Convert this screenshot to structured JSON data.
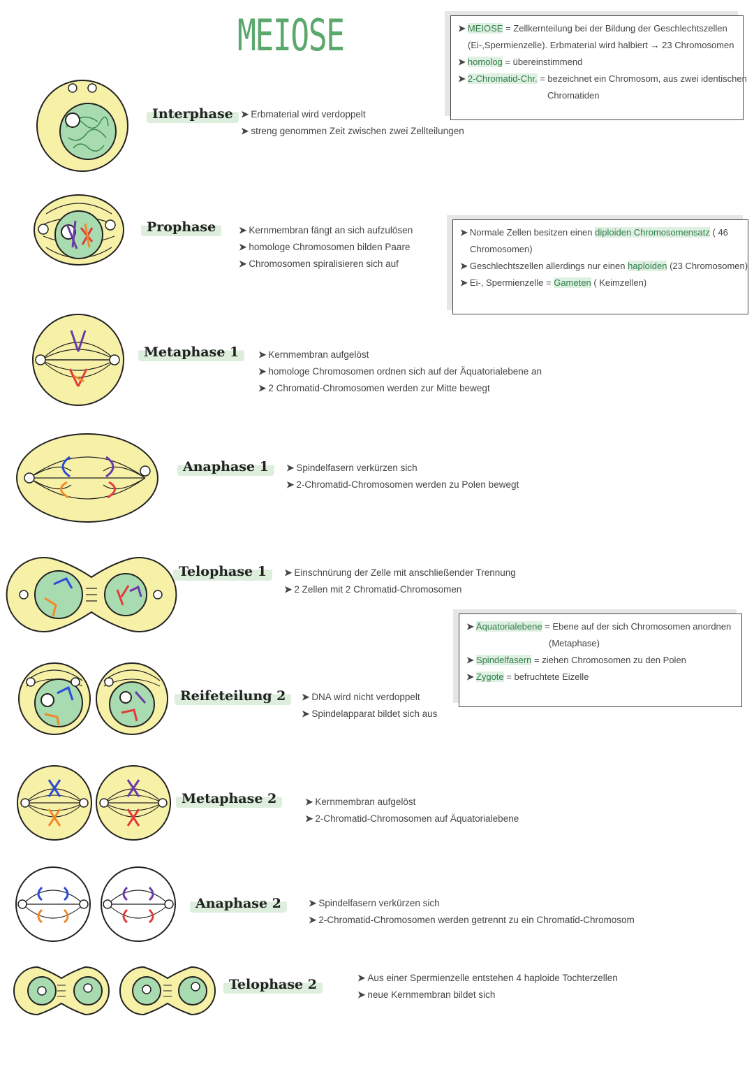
{
  "title": "MEIOSE",
  "definitions": {
    "line1": {
      "term": "MEIOSE",
      "text": " = Zellkernteilung bei der Bildung der Geschlechtszellen"
    },
    "line2": {
      "text": "(Ei-,Spermienzelle). Erbmaterial wird halbiert → 23 Chromosomen"
    },
    "line3": {
      "term": "homolog",
      "text": " = übereinstimmend"
    },
    "line4": {
      "term": "2-Chromatid-Chr.",
      "text": " = bezeichnet ein Chromosom, aus zwei identischen"
    },
    "line5": {
      "text": "Chromatiden"
    }
  },
  "chromosomes_box": {
    "line1_a": "Normale Zellen besitzen einen ",
    "line1_term": "diploiden Chromosomensatz",
    "line1_b": " ( 46",
    "line2": "Chromosomen)",
    "line3_a": "Geschlechtszellen allerdings nur einen ",
    "line3_term": "haploiden",
    "line3_b": " (23 Chromosomen)",
    "line4_a": "Ei-, Spermienzelle = ",
    "line4_term": "Gameten",
    "line4_b": " ( Keimzellen)"
  },
  "terms_box": {
    "line1_term": "Äquatorialebene",
    "line1_b": " = Ebene auf der sich Chromosomen anordnen",
    "line2": "(Metaphase)",
    "line3_term": "Spindelfasern",
    "line3_b": " = ziehen Chromosomen zu den Polen",
    "line4_term": "Zygote",
    "line4_b": " = befruchtete Eizelle"
  },
  "arrow": "➤",
  "phases": [
    {
      "name": "Interphase",
      "notes": [
        "Erbmaterial wird verdoppelt",
        "streng genommen Zeit zwischen zwei Zellteilungen"
      ]
    },
    {
      "name": "Prophase",
      "notes": [
        "Kernmembran fängt an sich aufzulösen",
        "homologe Chromosomen bilden Paare",
        "Chromosomen spiralisieren sich auf"
      ]
    },
    {
      "name": "Metaphase 1",
      "notes": [
        "Kernmembran aufgelöst",
        "homologe Chromosomen ordnen sich auf der Äquatorialebene an",
        "2 Chromatid-Chromosomen werden zur Mitte bewegt"
      ]
    },
    {
      "name": "Anaphase 1",
      "notes": [
        "Spindelfasern verkürzen sich",
        "2-Chromatid-Chromosomen werden zu Polen bewegt"
      ]
    },
    {
      "name": "Telophase 1",
      "notes": [
        "Einschnürung der Zelle mit anschließender Trennung",
        "2 Zellen mit 2 Chromatid-Chromosomen"
      ]
    },
    {
      "name": "Reifeteilung 2",
      "notes": [
        "DNA wird nicht verdoppelt",
        "Spindelapparat bildet sich aus"
      ]
    },
    {
      "name": "Metaphase 2",
      "notes": [
        "Kernmembran aufgelöst",
        "2-Chromatid-Chromosomen auf Äquatorialebene"
      ]
    },
    {
      "name": "Anaphase 2",
      "notes": [
        "Spindelfasern verkürzen sich",
        "2-Chromatid-Chromosomen werden getrennt zu ein Chromatid-Chromosom"
      ]
    },
    {
      "name": "Telophase 2",
      "notes": [
        "Aus einer Spermienzelle entstehen 4 haploide Tochterzellen",
        "neue Kernmembran bildet sich"
      ]
    }
  ],
  "colors": {
    "title": "#5aa86b",
    "cytoplasm": "#f7f1a8",
    "nucleus": "#a9dbb0",
    "highlight": "#dff0e2"
  }
}
